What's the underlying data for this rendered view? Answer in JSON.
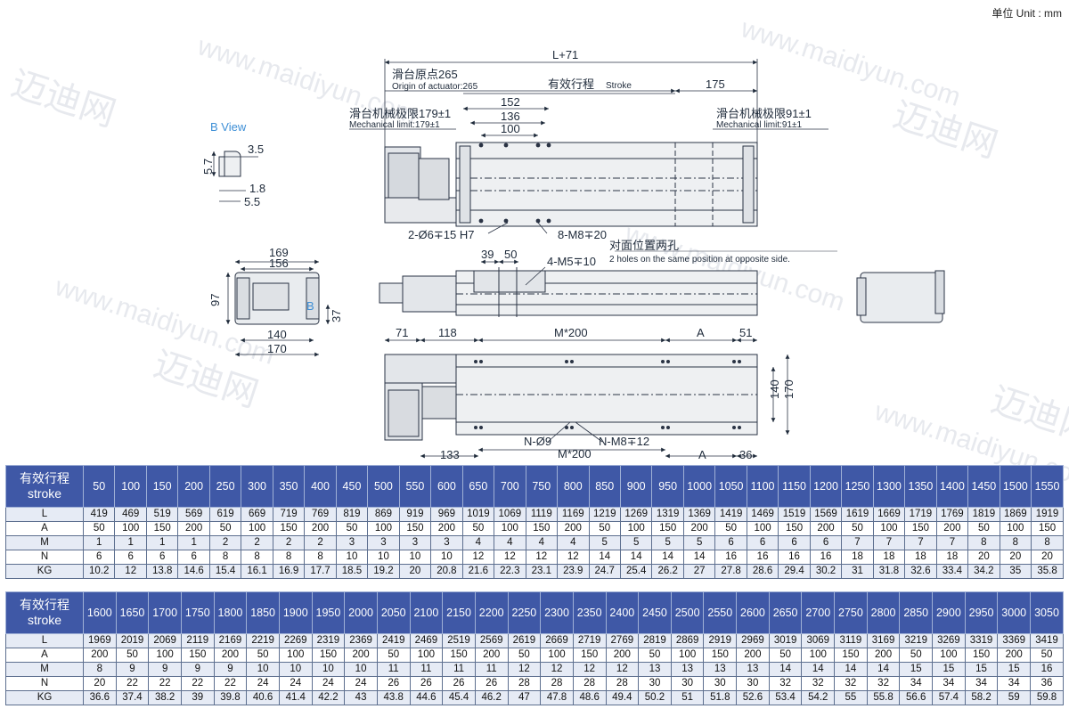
{
  "unit_label": "单位 Unit : mm",
  "drawing": {
    "b_view": "B View",
    "b_label": "B",
    "top_dims": {
      "total": "L+71",
      "origin_cn": "滑台原点265",
      "origin_en": "Origin of actuator:265",
      "stroke_cn": "有效行程",
      "stroke_en": "Stroke",
      "right_175": "175",
      "mech_left_cn": "滑台机械极限179±1",
      "mech_left_en": "Mechanical limit:179±1",
      "mech_right_cn": "滑台机械极限91±1",
      "mech_right_en": "Mechanical limit:91±1",
      "d152": "152",
      "d136": "136",
      "d100": "100",
      "hole_a": "2-Ø6∓15 H7",
      "hole_b": "8-M8∓20"
    },
    "b_view_dims": {
      "d35": "3.5",
      "d57": "5.7",
      "d18": "1.8",
      "d55": "5.5"
    },
    "end_dims": {
      "d169": "169",
      "d156": "156",
      "d97": "97",
      "d37": "37",
      "d140": "140",
      "d170": "170"
    },
    "side_dims": {
      "d39": "39",
      "d50": "50",
      "hole_c": "4-M5∓10",
      "opp_cn": "对面位置两孔",
      "opp_en": "2 holes on the same position at opposite side."
    },
    "bottom_dims": {
      "d71": "71",
      "d118": "118",
      "m200_top": "M*200",
      "a_top": "A",
      "d51": "51",
      "d140v": "140",
      "d170v": "170",
      "n_hole": "N-Ø9",
      "nm_hole": "N-M8∓12",
      "m200_bot": "M*200",
      "d133": "133",
      "a_bot": "A",
      "d36": "36"
    }
  },
  "table1": {
    "header_cn": "有效行程",
    "header_en": "stroke",
    "strokes": [
      "50",
      "100",
      "150",
      "200",
      "250",
      "300",
      "350",
      "400",
      "450",
      "500",
      "550",
      "600",
      "650",
      "700",
      "750",
      "800",
      "850",
      "900",
      "950",
      "1000",
      "1050",
      "1100",
      "1150",
      "1200",
      "1250",
      "1300",
      "1350",
      "1400",
      "1450",
      "1500",
      "1550"
    ],
    "rows": [
      {
        "label": "L",
        "values": [
          "419",
          "469",
          "519",
          "569",
          "619",
          "669",
          "719",
          "769",
          "819",
          "869",
          "919",
          "969",
          "1019",
          "1069",
          "1119",
          "1169",
          "1219",
          "1269",
          "1319",
          "1369",
          "1419",
          "1469",
          "1519",
          "1569",
          "1619",
          "1669",
          "1719",
          "1769",
          "1819",
          "1869",
          "1919"
        ]
      },
      {
        "label": "A",
        "values": [
          "50",
          "100",
          "150",
          "200",
          "50",
          "100",
          "150",
          "200",
          "50",
          "100",
          "150",
          "200",
          "50",
          "100",
          "150",
          "200",
          "50",
          "100",
          "150",
          "200",
          "50",
          "100",
          "150",
          "200",
          "50",
          "100",
          "150",
          "200",
          "50",
          "100",
          "150"
        ]
      },
      {
        "label": "M",
        "values": [
          "1",
          "1",
          "1",
          "1",
          "2",
          "2",
          "2",
          "2",
          "3",
          "3",
          "3",
          "3",
          "4",
          "4",
          "4",
          "4",
          "5",
          "5",
          "5",
          "5",
          "6",
          "6",
          "6",
          "6",
          "7",
          "7",
          "7",
          "7",
          "8",
          "8",
          "8"
        ]
      },
      {
        "label": "N",
        "values": [
          "6",
          "6",
          "6",
          "6",
          "8",
          "8",
          "8",
          "8",
          "10",
          "10",
          "10",
          "10",
          "12",
          "12",
          "12",
          "12",
          "14",
          "14",
          "14",
          "14",
          "16",
          "16",
          "16",
          "16",
          "18",
          "18",
          "18",
          "18",
          "20",
          "20",
          "20"
        ]
      },
      {
        "label": "KG",
        "values": [
          "10.2",
          "12",
          "13.8",
          "14.6",
          "15.4",
          "16.1",
          "16.9",
          "17.7",
          "18.5",
          "19.2",
          "20",
          "20.8",
          "21.6",
          "22.3",
          "23.1",
          "23.9",
          "24.7",
          "25.4",
          "26.2",
          "27",
          "27.8",
          "28.6",
          "29.4",
          "30.2",
          "31",
          "31.8",
          "32.6",
          "33.4",
          "34.2",
          "35",
          "35.8"
        ]
      }
    ]
  },
  "table2": {
    "header_cn": "有效行程",
    "header_en": "stroke",
    "strokes": [
      "1600",
      "1650",
      "1700",
      "1750",
      "1800",
      "1850",
      "1900",
      "1950",
      "2000",
      "2050",
      "2100",
      "2150",
      "2200",
      "2250",
      "2300",
      "2350",
      "2400",
      "2450",
      "2500",
      "2550",
      "2600",
      "2650",
      "2700",
      "2750",
      "2800",
      "2850",
      "2900",
      "2950",
      "3000",
      "3050"
    ],
    "rows": [
      {
        "label": "L",
        "values": [
          "1969",
          "2019",
          "2069",
          "2119",
          "2169",
          "2219",
          "2269",
          "2319",
          "2369",
          "2419",
          "2469",
          "2519",
          "2569",
          "2619",
          "2669",
          "2719",
          "2769",
          "2819",
          "2869",
          "2919",
          "2969",
          "3019",
          "3069",
          "3119",
          "3169",
          "3219",
          "3269",
          "3319",
          "3369",
          "3419"
        ]
      },
      {
        "label": "A",
        "values": [
          "200",
          "50",
          "100",
          "150",
          "200",
          "50",
          "100",
          "150",
          "200",
          "50",
          "100",
          "150",
          "200",
          "50",
          "100",
          "150",
          "200",
          "50",
          "100",
          "150",
          "200",
          "50",
          "100",
          "150",
          "200",
          "50",
          "100",
          "150",
          "200",
          "50"
        ]
      },
      {
        "label": "M",
        "values": [
          "8",
          "9",
          "9",
          "9",
          "9",
          "10",
          "10",
          "10",
          "10",
          "11",
          "11",
          "11",
          "11",
          "12",
          "12",
          "12",
          "12",
          "13",
          "13",
          "13",
          "13",
          "14",
          "14",
          "14",
          "14",
          "15",
          "15",
          "15",
          "15",
          "16"
        ]
      },
      {
        "label": "N",
        "values": [
          "20",
          "22",
          "22",
          "22",
          "22",
          "24",
          "24",
          "24",
          "24",
          "26",
          "26",
          "26",
          "26",
          "28",
          "28",
          "28",
          "28",
          "30",
          "30",
          "30",
          "30",
          "32",
          "32",
          "32",
          "32",
          "34",
          "34",
          "34",
          "34",
          "36"
        ]
      },
      {
        "label": "KG",
        "values": [
          "36.6",
          "37.4",
          "38.2",
          "39",
          "39.8",
          "40.6",
          "41.4",
          "42.2",
          "43",
          "43.8",
          "44.6",
          "45.4",
          "46.2",
          "47",
          "47.8",
          "48.6",
          "49.4",
          "50.2",
          "51",
          "51.8",
          "52.6",
          "53.4",
          "54.2",
          "55",
          "55.8",
          "56.6",
          "57.4",
          "58.2",
          "59",
          "59.8"
        ]
      }
    ]
  },
  "watermark": {
    "text_a": "www.maidiyun.com",
    "text_b": "迈迪网"
  }
}
